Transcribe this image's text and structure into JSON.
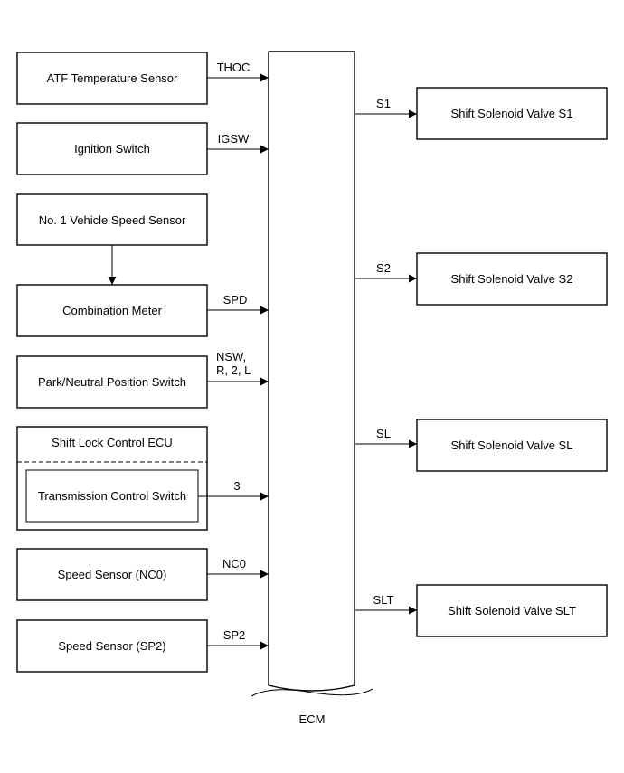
{
  "inputs": {
    "atf_sensor": "ATF Temperature Sensor",
    "ignition_switch": "Ignition Switch",
    "vehicle_speed_sensor": "No. 1 Vehicle Speed Sensor",
    "combination_meter": "Combination Meter",
    "park_neutral_switch": "Park/Neutral Position Switch",
    "shift_lock_ecu": "Shift Lock Control ECU",
    "transmission_control_switch": "Transmission Control Switch",
    "speed_sensor_nc0": "Speed Sensor (NC0)",
    "speed_sensor_sp2": "Speed Sensor (SP2)"
  },
  "signals_in": {
    "thoc": "THOC",
    "igsw": "IGSW",
    "spd": "SPD",
    "nsw_line1": "NSW,",
    "nsw_line2": "R, 2, L",
    "tcs": "3",
    "nc0": "NC0",
    "sp2": "SP2"
  },
  "ecm": {
    "label": "ECM"
  },
  "signals_out": {
    "s1": "S1",
    "s2": "S2",
    "sl": "SL",
    "slt": "SLT"
  },
  "outputs": {
    "valve_s1": "Shift Solenoid Valve S1",
    "valve_s2": "Shift Solenoid Valve S2",
    "valve_sl": "Shift Solenoid Valve SL",
    "valve_slt": "Shift Solenoid Valve SLT"
  }
}
